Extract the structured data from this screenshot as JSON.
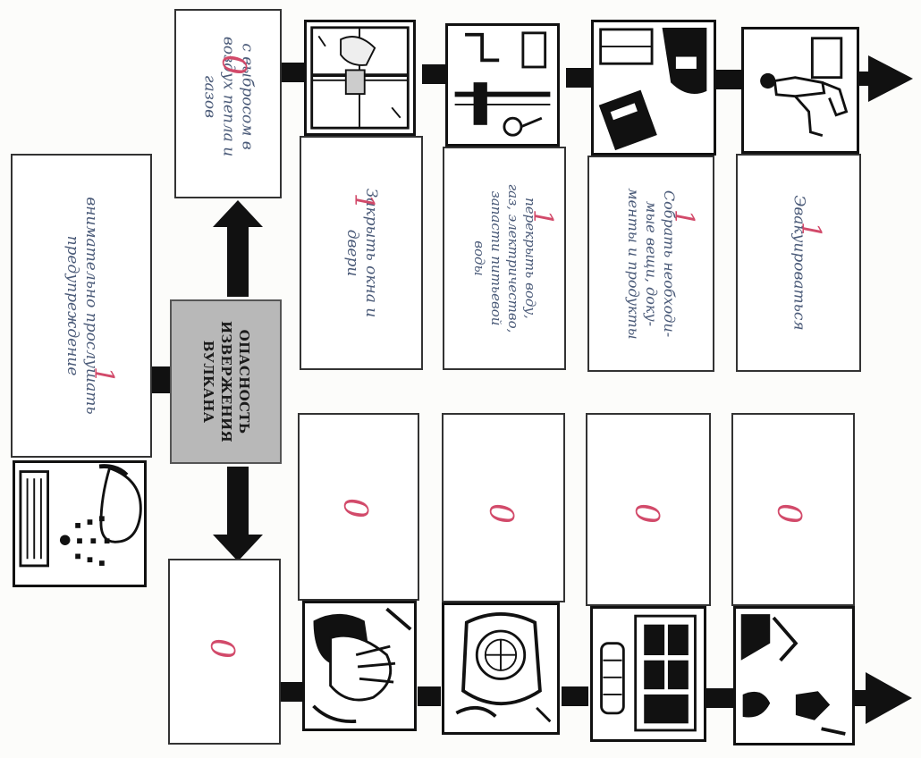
{
  "center": {
    "lines": [
      "ОПАСНОСТЬ",
      "ИЗВЕРЖЕНИЯ",
      "ВУЛКАНА"
    ]
  },
  "top_row": {
    "first_box": {
      "text": [
        "с выбросом в",
        "воздух пепла и",
        "газов"
      ],
      "mark": "0"
    },
    "steps": [
      {
        "text": [
          "Закрыть окна и",
          "двери"
        ],
        "mark": "1",
        "icon": "window-closing-icon"
      },
      {
        "text": [
          "перекрыть воду,",
          "газ, электричество,",
          "запасти питьевой",
          "воды"
        ],
        "mark": "1",
        "icon": "turn-off-utilities-icon"
      },
      {
        "text": [
          "Собрать необходи-",
          "мые вещи, доку-",
          "менты и продукты"
        ],
        "mark": "1",
        "icon": "pack-documents-icon"
      },
      {
        "text": [
          "Эвакуироваться"
        ],
        "mark": "1",
        "icon": "evacuation-icon"
      }
    ]
  },
  "attention_box": {
    "text": [
      "внимательно прослушать",
      "предупреждение"
    ],
    "mark": "1",
    "icon": "loudspeaker-listener-icon"
  },
  "bottom_row": {
    "first_box": {
      "mark": "0"
    },
    "steps": [
      {
        "mark": "0",
        "icon": "cover-face-icon"
      },
      {
        "mark": "0",
        "icon": "gas-mask-icon"
      },
      {
        "mark": "0",
        "icon": "supplies-icon"
      },
      {
        "mark": "0",
        "icon": "shelter-icon"
      }
    ]
  }
}
